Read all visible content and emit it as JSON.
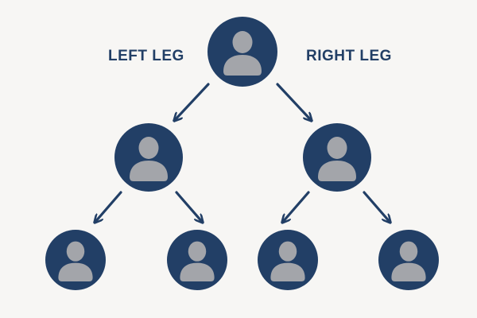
{
  "labels": {
    "left": "LEFT LEG",
    "right": "RIGHT LEG"
  },
  "colors": {
    "background": "#f7f6f4",
    "node_fill": "#223f66",
    "avatar_fill": "#a3a5aa",
    "arrow": "#223f66",
    "label_text": "#223f66"
  },
  "icons": {
    "node_icon": "user-silhouette-icon",
    "connector_icon": "arrow-icon"
  },
  "tree": {
    "root": "person",
    "left_leg": {
      "node": "person",
      "children": [
        "person",
        "person"
      ]
    },
    "right_leg": {
      "node": "person",
      "children": [
        "person",
        "person"
      ]
    }
  }
}
